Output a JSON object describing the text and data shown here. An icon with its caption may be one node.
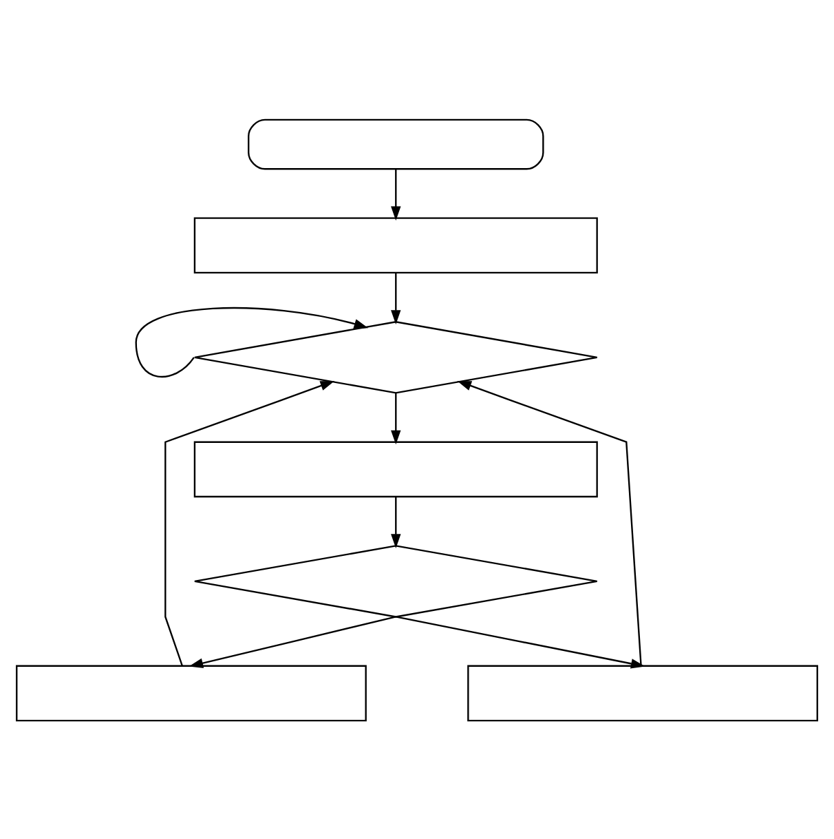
{
  "diagram": {
    "nodes": [
      {
        "text": [],
        "shape": "oval"
      },
      {
        "text": [],
        "shape": "box"
      },
      {
        "text": [],
        "shape": "diamond"
      },
      {
        "text": [],
        "shape": "box"
      },
      {
        "text": [],
        "shape": "diamond"
      },
      {
        "text": [],
        "shape": "box"
      },
      {
        "text": [],
        "shape": "box"
      }
    ],
    "edges": [
      {
        "from": 0,
        "to": 1,
        "arrow": "to"
      },
      {
        "from": 1,
        "to": 2,
        "arrow": "to"
      },
      {
        "from": 2,
        "to": 2,
        "arrow": "to"
      },
      {
        "from": 2,
        "to": 3,
        "arrow": "to"
      },
      {
        "from": 3,
        "to": 4,
        "arrow": "to"
      },
      {
        "from": 4,
        "to": 5,
        "arrow": "to"
      },
      {
        "from": 4,
        "to": 6,
        "arrow": "to"
      },
      {
        "from": 5,
        "to": 2,
        "arrow": "to"
      },
      {
        "from": 6,
        "to": 2,
        "arrow": "to"
      }
    ]
  }
}
